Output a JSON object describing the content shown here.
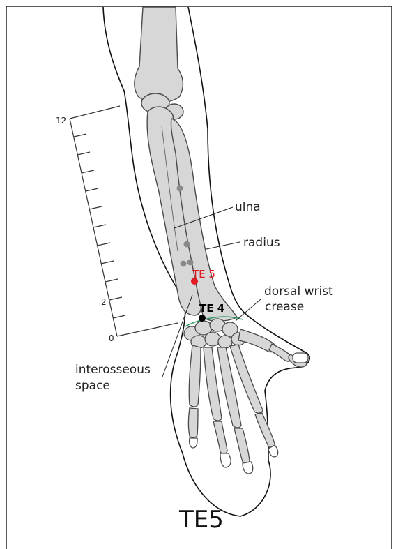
{
  "title": "TE5",
  "ruler": {
    "tick_labels": [
      "12",
      "2",
      "0"
    ]
  },
  "points": {
    "te5_label": "TE 5",
    "te4_label": "TE 4"
  },
  "labels": {
    "ulna": "ulna",
    "radius": "radius",
    "dorsal_wrist_crease_line1": "dorsal wrist",
    "dorsal_wrist_crease_line2": "crease",
    "interosseous_line1": "interosseous",
    "interosseous_line2": "space"
  },
  "colors": {
    "bone_fill": "#d7d7d7",
    "bone_stroke": "#4a4a4a",
    "outline": "#111111",
    "te5_point": "#e01b24",
    "te4_point": "#000000",
    "reference_dots": "#8a8a8a",
    "wrist_crease": "#2e9a62"
  }
}
